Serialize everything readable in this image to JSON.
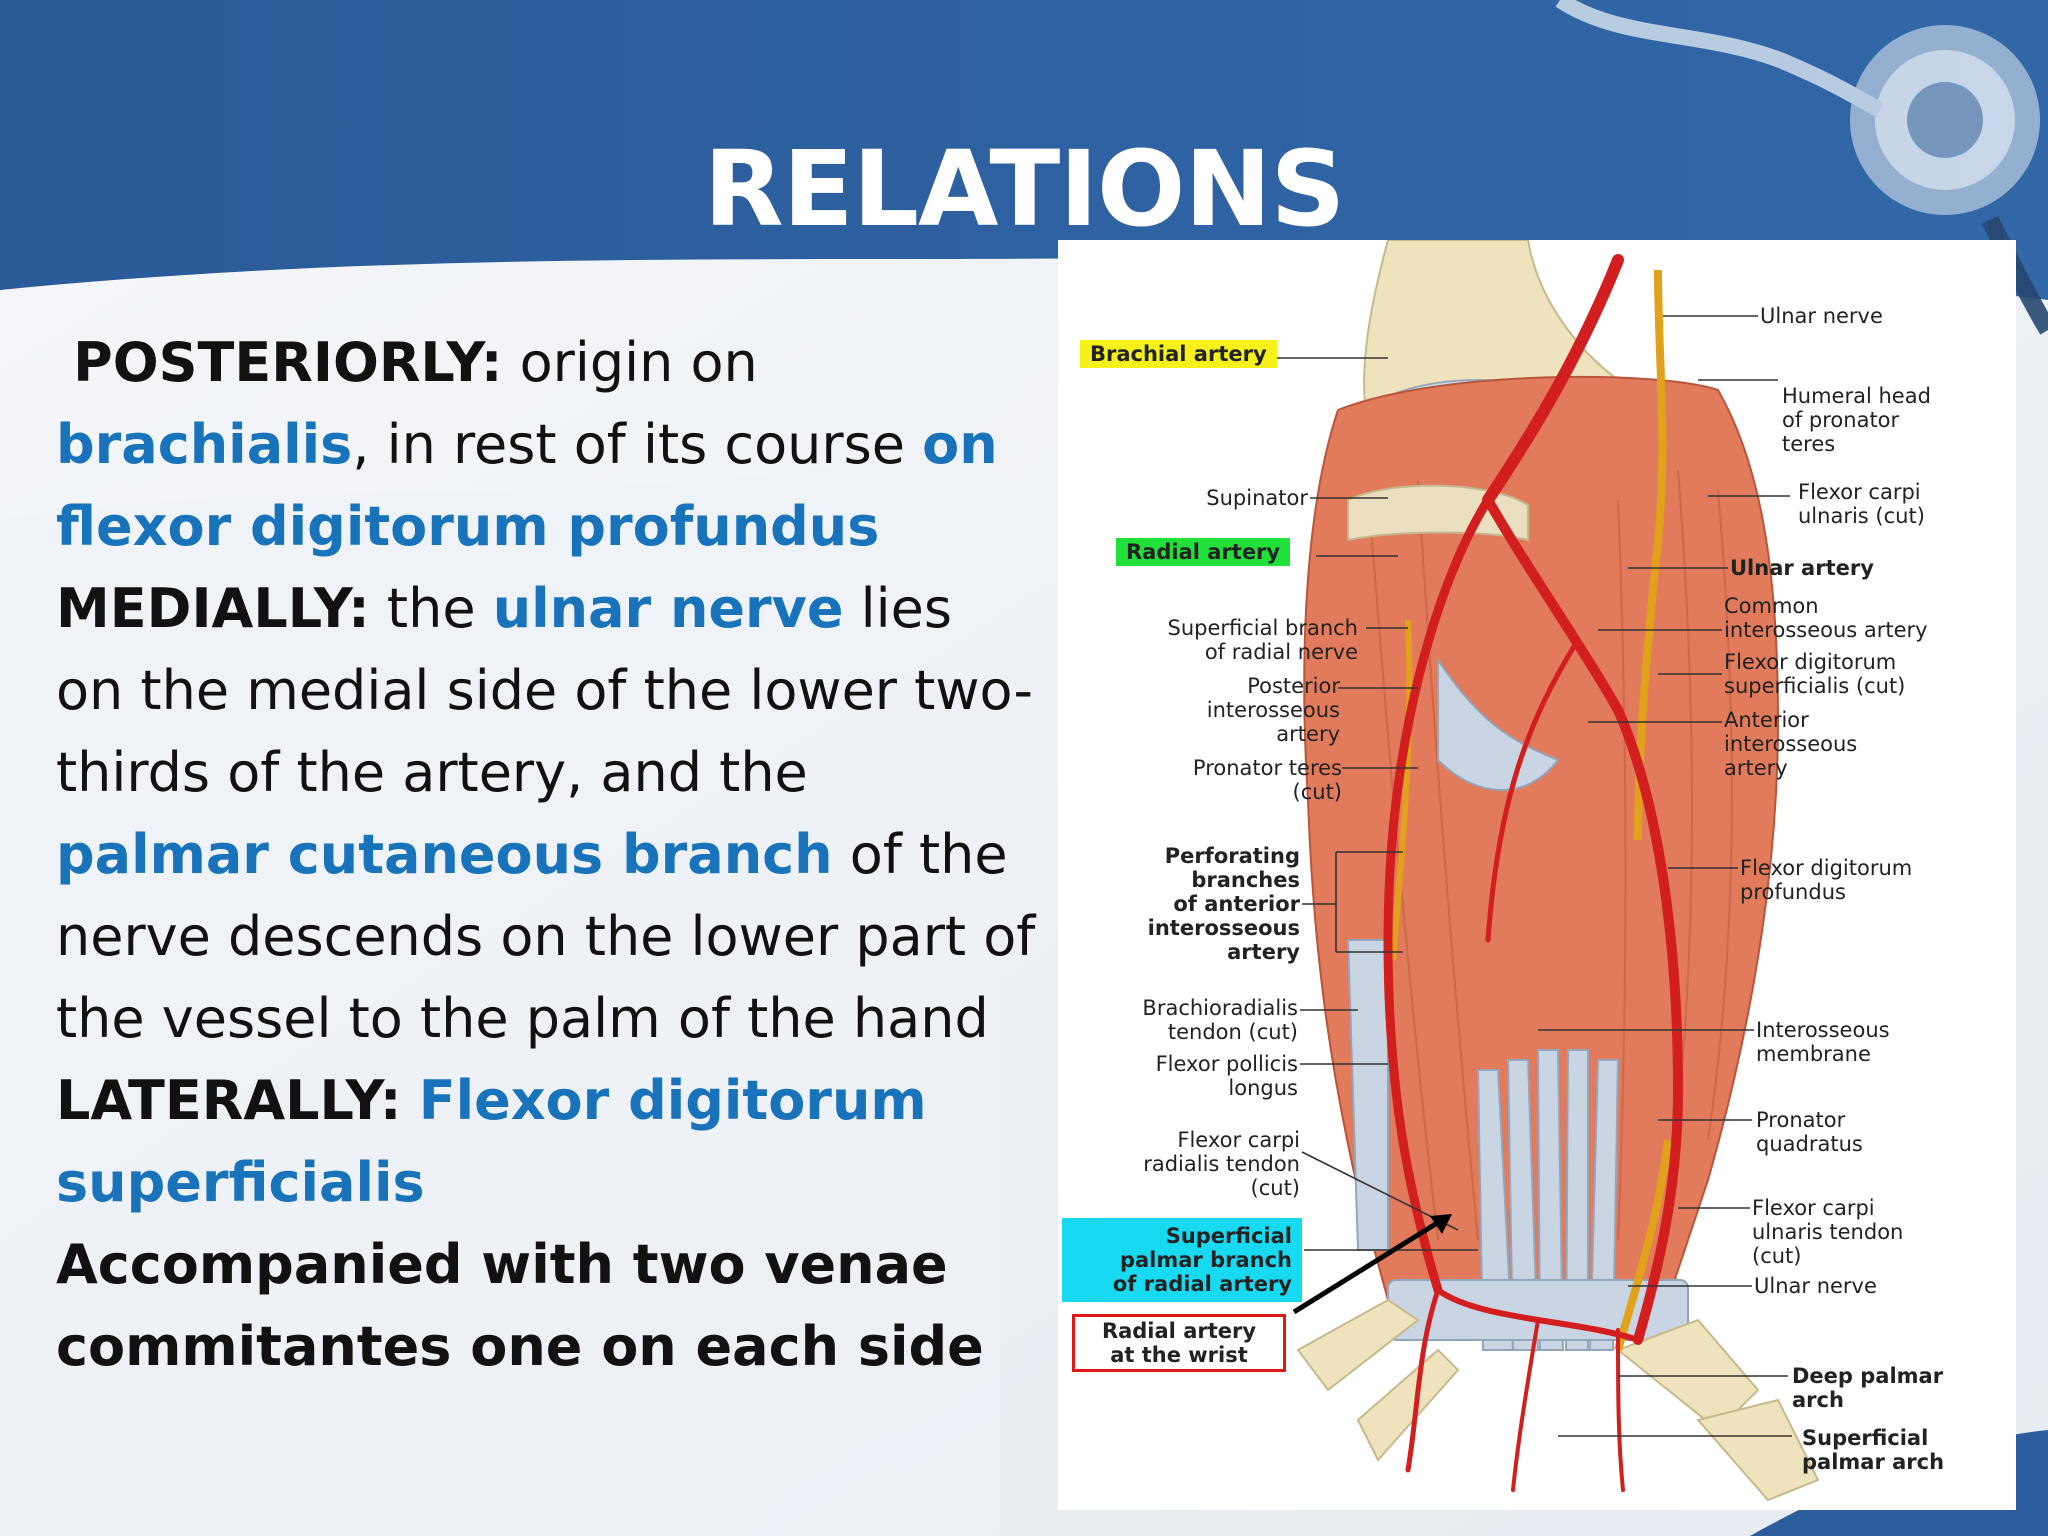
{
  "slide": {
    "title": "RELATIONS",
    "accent_color": "#1873bb",
    "header_color": "#2b5d9c"
  },
  "body": {
    "posteriorly": {
      "key": "POSTERIORLY:",
      "t1": " origin on ",
      "h1": "brachialis",
      "t2": ", in rest of its course ",
      "h2": "on flexor digitorum profundus"
    },
    "medially": {
      "key": "MEDIALLY:",
      "t1": " the ",
      "h1": "ulnar nerve",
      "t2": " lies on the medial side of the lower two-thirds of the artery, and the ",
      "h2": "palmar cutaneous branch",
      "t3": " of the nerve descends on the lower part of the vessel to the palm of the hand"
    },
    "laterally": {
      "key": "LATERALLY:",
      "t1": "  ",
      "h1": "Flexor digitorum superficialis"
    },
    "accompanied": "Accompanied with two venae commitantes one on each side"
  },
  "figure": {
    "left_labels": {
      "brachial_artery": "Brachial artery",
      "supinator": "Supinator",
      "radial_artery": "Radial artery",
      "superficial_branch_radial_nerve": "Superficial branch\nof radial nerve",
      "posterior_interosseous_artery": "Posterior\ninterosseous\nartery",
      "pronator_teres_cut": "Pronator teres\n(cut)",
      "perforating_branches": "Perforating\nbranches\nof anterior\ninterosseous\nartery",
      "brachioradialis_tendon": "Brachioradialis\ntendon (cut)",
      "flexor_pollicis_longus": "Flexor pollicis\nlongus",
      "flexor_carpi_radialis_tendon": "Flexor carpi\nradialis tendon\n(cut)",
      "superficial_palmar_branch": "Superficial\npalmar branch\nof radial artery",
      "radial_artery_wrist": "Radial artery\nat the wrist"
    },
    "right_labels": {
      "ulnar_nerve_top": "Ulnar nerve",
      "humeral_head": "Humeral head\nof pronator\nteres",
      "flexor_carpi_ulnaris_cut": "Flexor carpi\nulnaris (cut)",
      "ulnar_artery": "Ulnar artery",
      "common_interosseous": "Common\ninterosseous artery",
      "fds_cut": "Flexor digitorum\nsuperficialis (cut)",
      "anterior_interosseous": "Anterior\ninterosseous\nartery",
      "fdp": "Flexor digitorum\nprofundus",
      "interosseous_membrane": "Interosseous\nmembrane",
      "pronator_quadratus": "Pronator\nquadratus",
      "fcu_tendon": "Flexor carpi\nulnaris tendon\n(cut)",
      "ulnar_nerve_bottom": "Ulnar nerve",
      "deep_palmar_arch": "Deep palmar\narch",
      "superficial_palmar_arch": "Superficial\npalmar arch"
    }
  }
}
